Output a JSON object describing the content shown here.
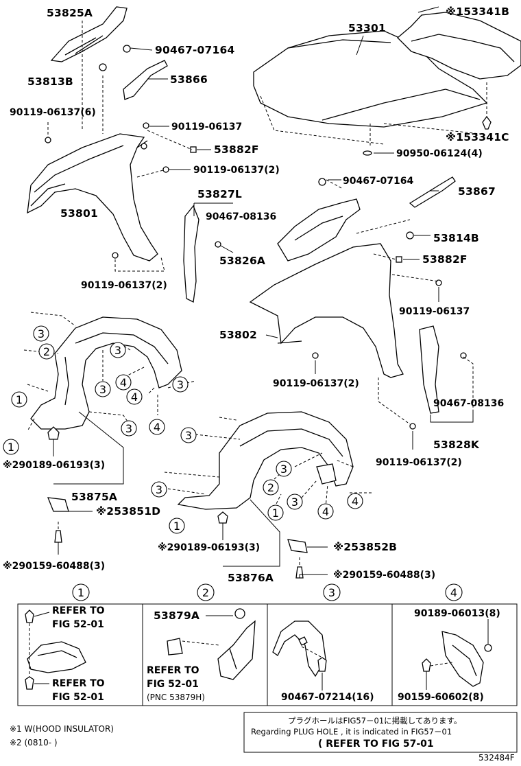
{
  "callouts": {
    "c53825A": "53825A",
    "c90467_07164_a": "90467-07164",
    "c53813B": "53813B",
    "c53866": "53866",
    "c90119_06137_6": "90119-06137(6)",
    "c90119_06137_a": "90119-06137",
    "c53882F_a": "53882F",
    "c90119_06137_2a": "90119-06137(2)",
    "c53801": "53801",
    "c90119_06137_2b": "90119-06137(2)",
    "c53301": "53301",
    "c153341B": "※153341B",
    "c153341C": "※153341C",
    "c90950_06124_4": "90950-06124(4)",
    "c90467_07164_b": "90467-07164",
    "c53867": "53867",
    "c53827L": "53827L",
    "c90467_08136_a": "90467-08136",
    "c53814B": "53814B",
    "c53826A": "53826A",
    "c53882F_b": "53882F",
    "c90119_06137_b": "90119-06137",
    "c53802": "53802",
    "c90119_06137_2c": "90119-06137(2)",
    "c90467_08136_b": "90467-08136",
    "c53828K": "53828K",
    "c90119_06137_2d": "90119-06137(2)",
    "c290189_06193_3a": "※290189-06193(3)",
    "c53875A": "53875A",
    "c253851D": "※253851D",
    "c290159_60488_3a": "※290159-60488(3)",
    "c290189_06193_3b": "※290189-06193(3)",
    "c253852B": "※253852B",
    "c290159_60488_3b": "※290159-60488(3)",
    "c53876A": "53876A"
  },
  "circle_numbers": [
    "1",
    "2",
    "3",
    "4"
  ],
  "detail_boxes": {
    "box1": {
      "refer_a_1": "REFER TO",
      "refer_a_2": "FIG 52-01",
      "refer_b_1": "REFER TO",
      "refer_b_2": "FIG 52-01"
    },
    "box2": {
      "part": "53879A",
      "refer_1": "REFER TO",
      "refer_2": "FIG 52-01",
      "pnc": "(PNC 53879H)"
    },
    "box3": {
      "part": "90467-07214(16)"
    },
    "box4": {
      "part_a": "90189-06013(8)",
      "part_b": "90159-60602(8)"
    }
  },
  "notes": {
    "note1": "※1 W(HOOD INSULATOR)",
    "note2": "※2 (0810-      )"
  },
  "plug_note": {
    "jp": "プラグホールはFIG57－01に掲載してあります。",
    "en": "Regarding PLUG HOLE , it is indicated in FIG57－01",
    "refer": "( REFER TO FIG 57-01"
  },
  "figure_code": "532484F"
}
